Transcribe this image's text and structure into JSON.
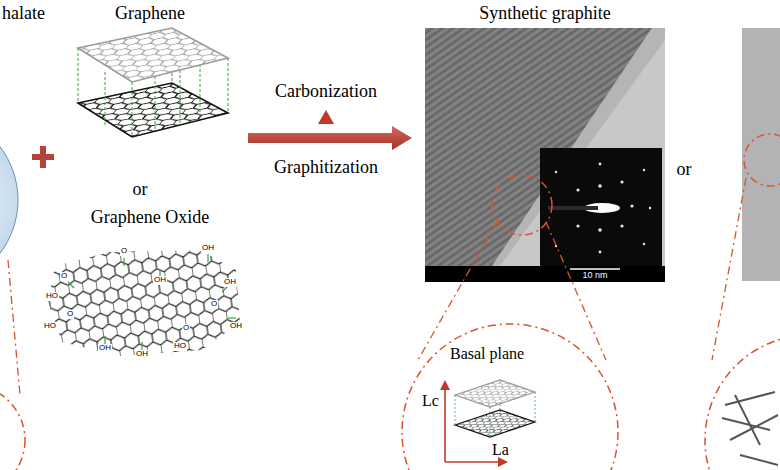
{
  "diagram": {
    "nodes": [
      {
        "text": [
          "Synthetic graphite",
          "10 nm"
        ]
      },
      {
        "text": [
          "Basal plane",
          "Lc",
          "La"
        ]
      }
    ],
    "labels": [
      "halate",
      "Graphene",
      "or",
      "Graphene Oxide",
      "Carbonization",
      "Graphitization",
      "or",
      "O",
      "OH",
      "O",
      "HO",
      "OH",
      "O",
      "HO",
      "OH",
      "OH",
      "HO",
      "O",
      "OH",
      "OH",
      "O"
    ]
  }
}
